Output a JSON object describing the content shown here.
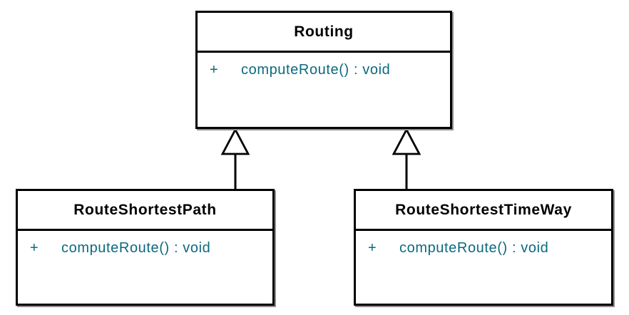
{
  "diagram": {
    "type": "uml-class-diagram",
    "colors": {
      "box_border": "#000000",
      "box_background": "#ffffff",
      "canvas_background": "#ffffff",
      "class_name_color": "#000000",
      "member_text_color": "#0b6a7d",
      "shadow_color": "#8f8f8f"
    },
    "classes": [
      {
        "name": "Routing",
        "methods": [
          {
            "visibility": "+",
            "signature": "computeRoute() : void"
          }
        ]
      },
      {
        "name": "RouteShortestPath",
        "methods": [
          {
            "visibility": "+",
            "signature": "computeRoute() : void"
          }
        ]
      },
      {
        "name": "RouteShortestTimeWay",
        "methods": [
          {
            "visibility": "+",
            "signature": "computeRoute() : void"
          }
        ]
      }
    ],
    "relationships": [
      {
        "type": "generalization",
        "from": "RouteShortestPath",
        "to": "Routing"
      },
      {
        "type": "generalization",
        "from": "RouteShortestTimeWay",
        "to": "Routing"
      }
    ]
  }
}
